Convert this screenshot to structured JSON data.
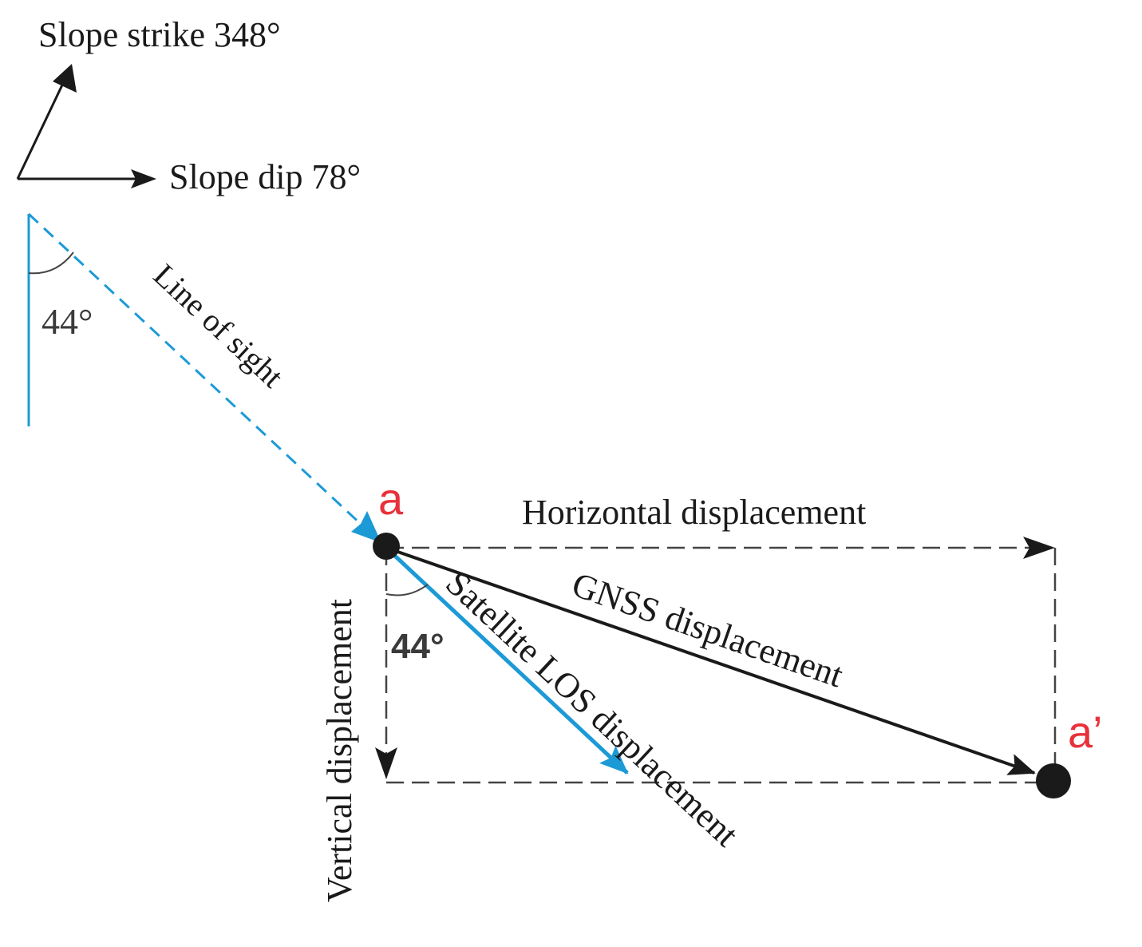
{
  "labels": {
    "slope_strike": "Slope strike 348°",
    "slope_dip": "Slope dip 78°",
    "line_of_sight": "Line of sight",
    "incidence_angle_top": "44°",
    "point_a": "a",
    "horizontal_displacement": "Horizontal displacement",
    "vertical_displacement": "Vertical displacement",
    "gnss_displacement": "GNSS displacement",
    "satellite_los_displacement": "Satellite LOS displacement",
    "incidence_angle_bottom": "44°",
    "point_a_prime": "a’"
  },
  "colors": {
    "black": "#1a1a1a",
    "blue": "#1c9ad6",
    "red": "#e8313a",
    "gray_dash": "#444444",
    "angle_text": "#3a3a3a"
  }
}
